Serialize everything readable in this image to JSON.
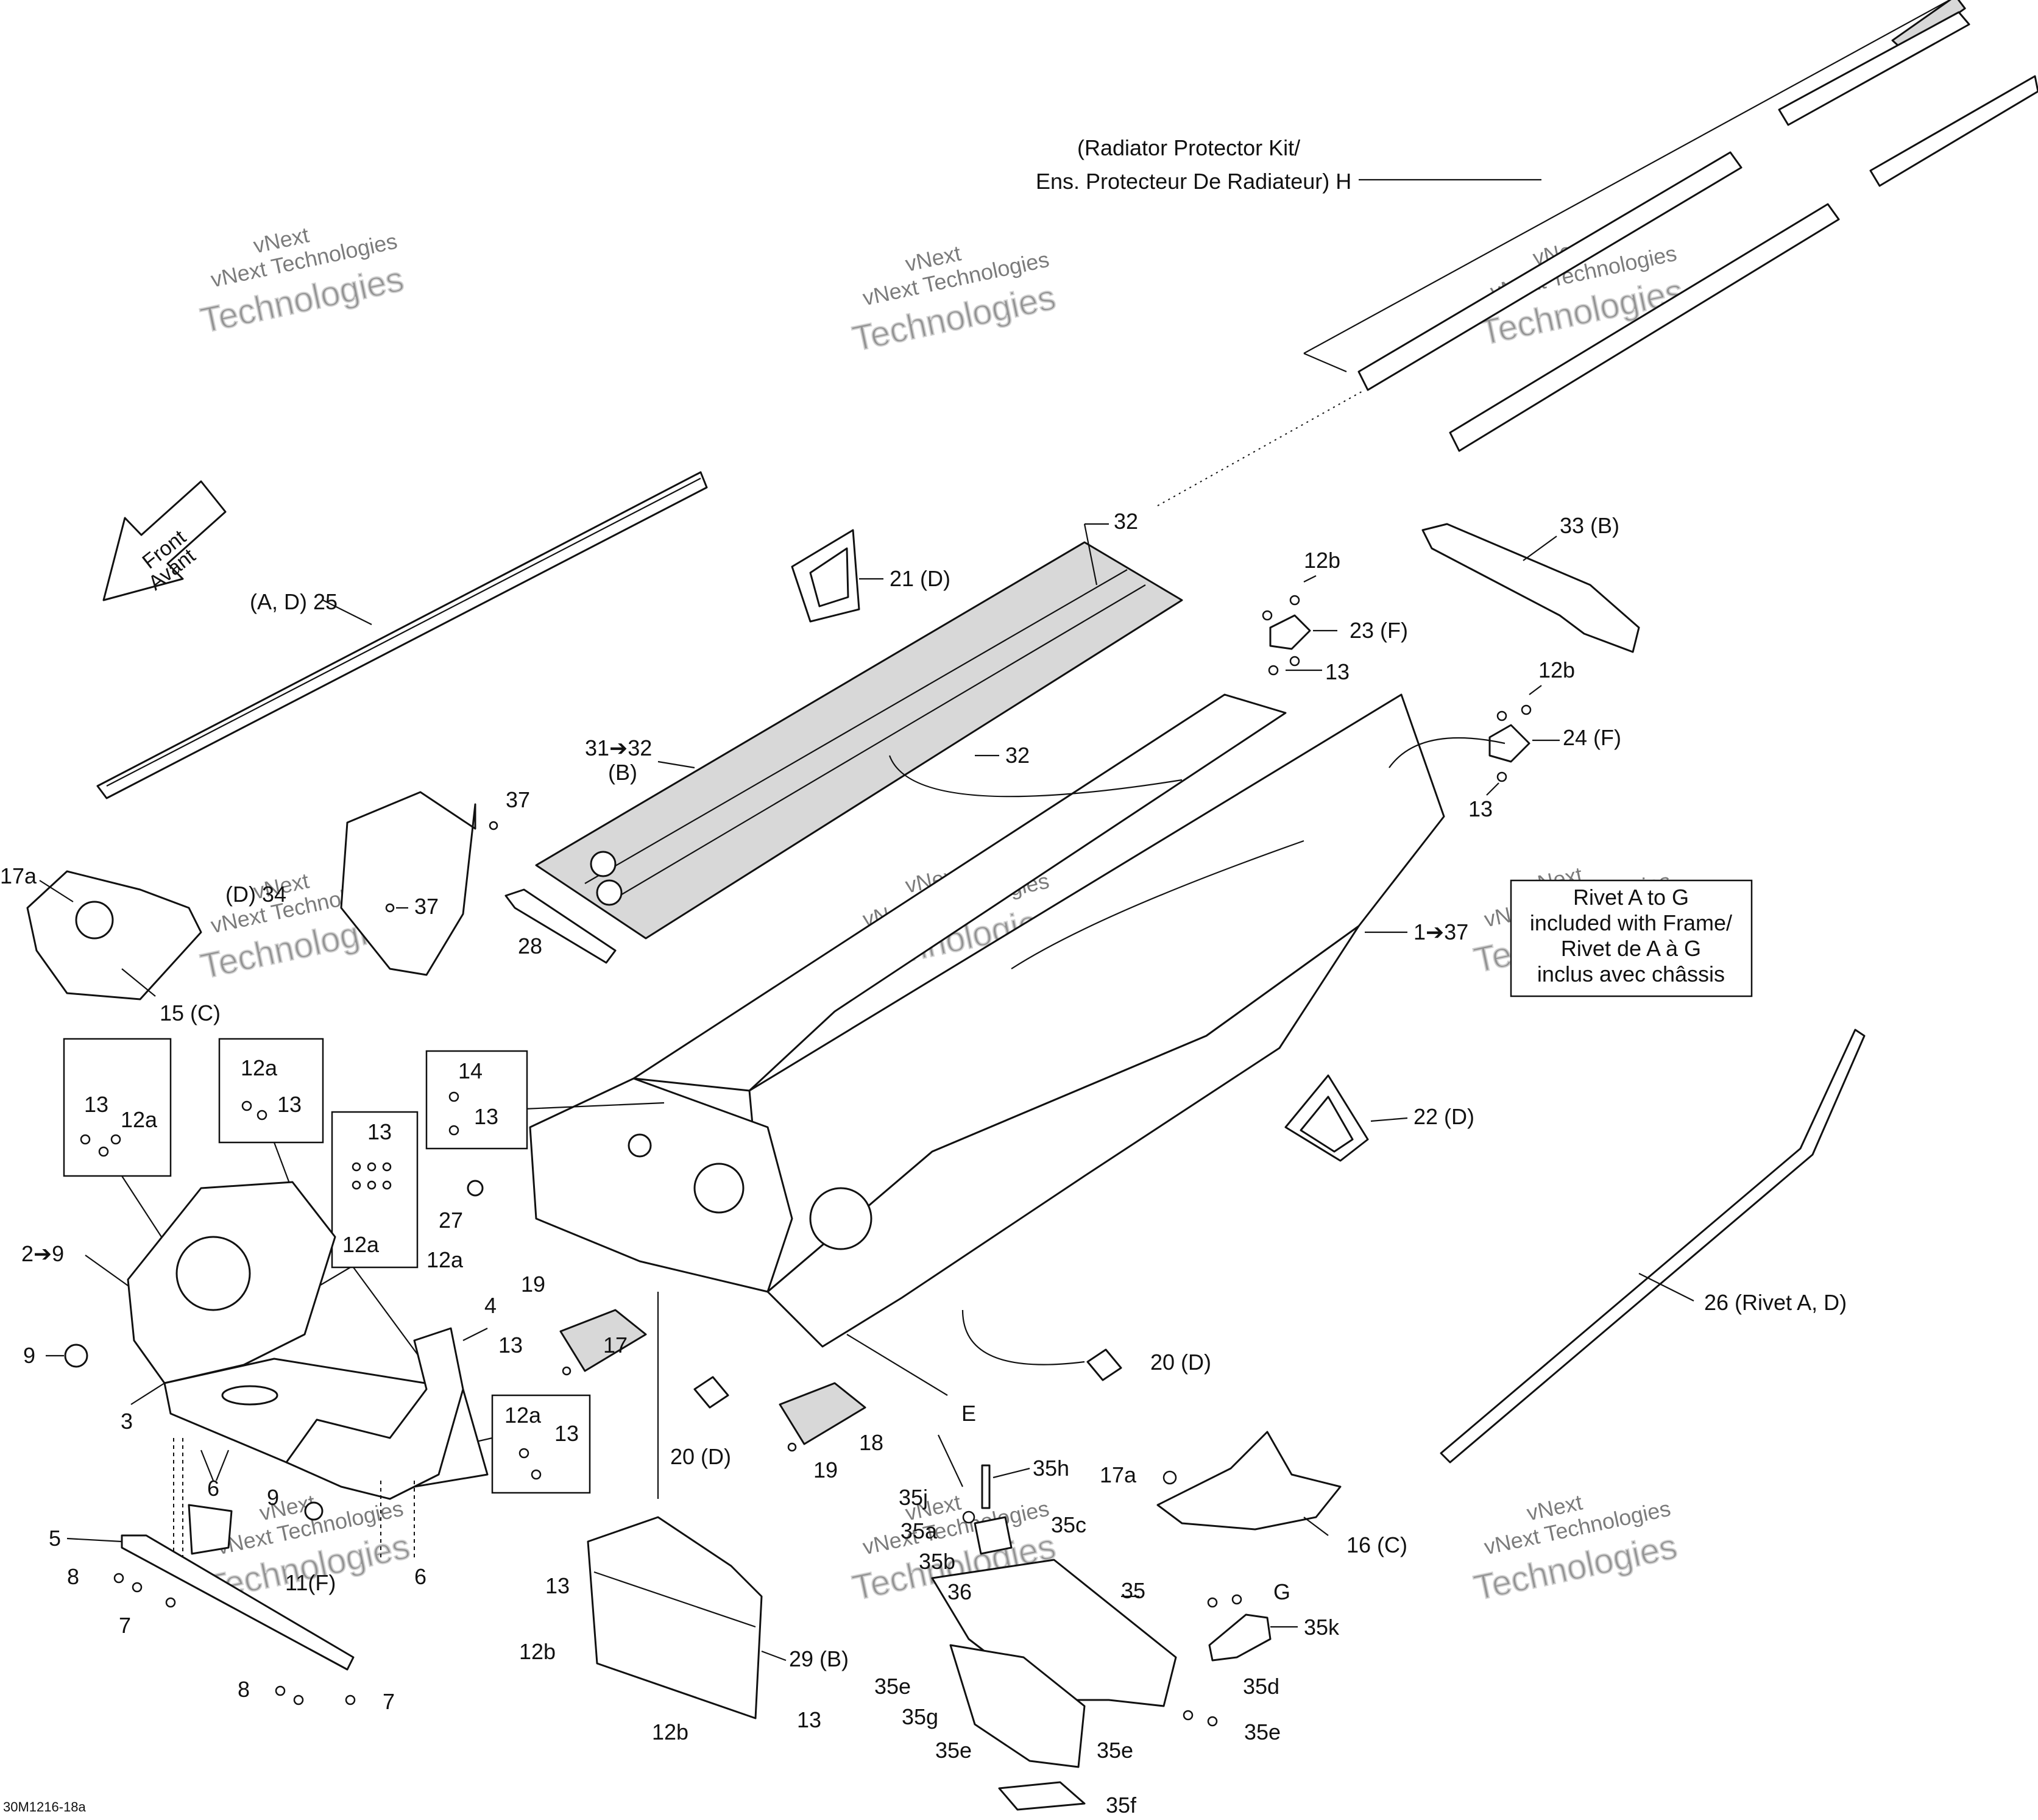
{
  "reference_code": "30M1216-18a",
  "front_arrow": {
    "line1": "Front",
    "line2": "Avant"
  },
  "watermark": {
    "line1": "vNext",
    "line2": "Technologies",
    "line3": "vNext Technologies"
  },
  "kit_label": {
    "line1": "(Radiator Protector Kit/",
    "line2": "Ens. Protecteur De Radiateur)  H"
  },
  "rivet_note": {
    "line1": "Rivet A to G",
    "line2": "included with Frame/",
    "line3": "Rivet de A à G",
    "line4": "inclus avec châssis"
  },
  "callouts": [
    {
      "id": "c-25",
      "text": "(A, D) 25"
    },
    {
      "id": "c-21",
      "text": "21 (D)"
    },
    {
      "id": "c-32-top",
      "text": "32"
    },
    {
      "id": "c-32-mid",
      "text": "32"
    },
    {
      "id": "c-31-32",
      "text": "31➔32"
    },
    {
      "id": "c-31-b",
      "text": "(B)"
    },
    {
      "id": "c-33",
      "text": "33 (B)"
    },
    {
      "id": "c-12b-a",
      "text": "12b"
    },
    {
      "id": "c-23",
      "text": "23 (F)"
    },
    {
      "id": "c-13-a",
      "text": "13"
    },
    {
      "id": "c-12b-b",
      "text": "12b"
    },
    {
      "id": "c-24",
      "text": "24 (F)"
    },
    {
      "id": "c-13-b",
      "text": "13"
    },
    {
      "id": "c-37-a",
      "text": "37"
    },
    {
      "id": "c-34",
      "text": "(D) 34"
    },
    {
      "id": "c-37-b",
      "text": "37"
    },
    {
      "id": "c-28",
      "text": "28"
    },
    {
      "id": "c-17a-a",
      "text": "17a"
    },
    {
      "id": "c-15",
      "text": "15 (C)"
    },
    {
      "id": "c-1-37",
      "text": "1➔37"
    },
    {
      "id": "c-box1-13",
      "text": "13"
    },
    {
      "id": "c-box1-12a",
      "text": "12a"
    },
    {
      "id": "c-box2-12a",
      "text": "12a"
    },
    {
      "id": "c-box2-13",
      "text": "13"
    },
    {
      "id": "c-box3-13",
      "text": "13"
    },
    {
      "id": "c-box3-12a",
      "text": "12a"
    },
    {
      "id": "c-box4-14",
      "text": "14"
    },
    {
      "id": "c-box4-13",
      "text": "13"
    },
    {
      "id": "c-box5-12a",
      "text": "12a"
    },
    {
      "id": "c-box5-13",
      "text": "13"
    },
    {
      "id": "c-27",
      "text": "27"
    },
    {
      "id": "c-22",
      "text": "22 (D)"
    },
    {
      "id": "c-2-9",
      "text": "2➔9"
    },
    {
      "id": "c-9-a",
      "text": "9"
    },
    {
      "id": "c-3",
      "text": "3"
    },
    {
      "id": "c-12a-c",
      "text": "12a"
    },
    {
      "id": "c-4",
      "text": "4"
    },
    {
      "id": "c-13-c",
      "text": "13"
    },
    {
      "id": "c-6-a",
      "text": "6"
    },
    {
      "id": "c-9-b",
      "text": "9"
    },
    {
      "id": "c-11",
      "text": "11(F)"
    },
    {
      "id": "c-6-b",
      "text": "6"
    },
    {
      "id": "c-5",
      "text": "5"
    },
    {
      "id": "c-8-a",
      "text": "8"
    },
    {
      "id": "c-7-a",
      "text": "7"
    },
    {
      "id": "c-8-b",
      "text": "8"
    },
    {
      "id": "c-7-b",
      "text": "7"
    },
    {
      "id": "c-19-a",
      "text": "19"
    },
    {
      "id": "c-17",
      "text": "17"
    },
    {
      "id": "c-20-a",
      "text": "20 (D)"
    },
    {
      "id": "c-18",
      "text": "18"
    },
    {
      "id": "c-19-b",
      "text": "19"
    },
    {
      "id": "c-e",
      "text": "E"
    },
    {
      "id": "c-20-b",
      "text": "20 (D)"
    },
    {
      "id": "c-26",
      "text": "26 (Rivet A, D)"
    },
    {
      "id": "c-35h",
      "text": "35h"
    },
    {
      "id": "c-35j",
      "text": "35j"
    },
    {
      "id": "c-35a",
      "text": "35a"
    },
    {
      "id": "c-35c",
      "text": "35c"
    },
    {
      "id": "c-35b",
      "text": "35b"
    },
    {
      "id": "c-17a-b",
      "text": "17a"
    },
    {
      "id": "c-16",
      "text": "16 (C)"
    },
    {
      "id": "c-35",
      "text": "35"
    },
    {
      "id": "c-36",
      "text": "36"
    },
    {
      "id": "c-g",
      "text": "G"
    },
    {
      "id": "c-35k",
      "text": "35k"
    },
    {
      "id": "c-13-d",
      "text": "13"
    },
    {
      "id": "c-12b-c",
      "text": "12b"
    },
    {
      "id": "c-29",
      "text": "29 (B)"
    },
    {
      "id": "c-12b-d",
      "text": "12b"
    },
    {
      "id": "c-13-e",
      "text": "13"
    },
    {
      "id": "c-35e-a",
      "text": "35e"
    },
    {
      "id": "c-35g",
      "text": "35g"
    },
    {
      "id": "c-35e-b",
      "text": "35e"
    },
    {
      "id": "c-35e-c",
      "text": "35e"
    },
    {
      "id": "c-35d",
      "text": "35d"
    },
    {
      "id": "c-35e-d",
      "text": "35e"
    },
    {
      "id": "c-35f",
      "text": "35f"
    }
  ]
}
